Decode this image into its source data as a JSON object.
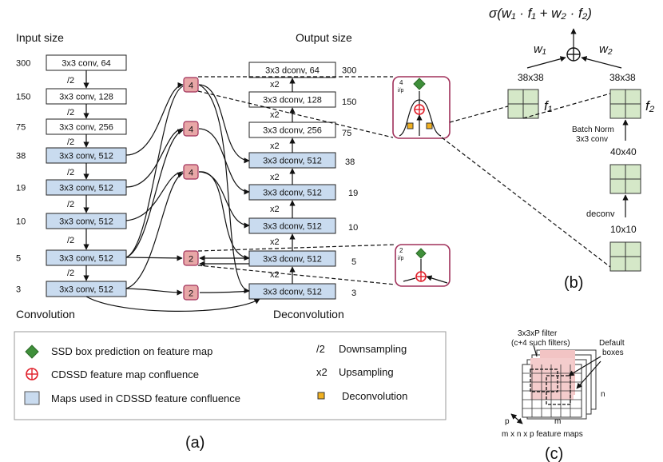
{
  "headings": {
    "input_size": "Input size",
    "output_size": "Output size",
    "convolution": "Convolution",
    "deconvolution": "Deconvolution"
  },
  "encoder": [
    {
      "size": "300",
      "label": "3x3 conv, 64"
    },
    {
      "size": "150",
      "label": "3x3 conv, 128"
    },
    {
      "size": "75",
      "label": "3x3 conv, 256"
    },
    {
      "size": "38",
      "label": "3x3 conv, 512"
    },
    {
      "size": "19",
      "label": "3x3 conv, 512"
    },
    {
      "size": "10",
      "label": "3x3 conv, 512"
    },
    {
      "size": "5",
      "label": "3x3 conv, 512"
    },
    {
      "size": "3",
      "label": "3x3 conv, 512"
    }
  ],
  "decoder": [
    {
      "size": "300",
      "label": "3x3 dconv, 64"
    },
    {
      "size": "150",
      "label": "3x3 dconv, 128"
    },
    {
      "size": "75",
      "label": "3x3 dconv, 256"
    },
    {
      "size": "38",
      "label": "3x3 dconv, 512"
    },
    {
      "size": "19",
      "label": "3x3 dconv, 512"
    },
    {
      "size": "10",
      "label": "3x3 dconv, 512"
    },
    {
      "size": "5",
      "label": "3x3 dconv, 512"
    },
    {
      "size": "3",
      "label": "3x3 dconv, 512"
    }
  ],
  "down_label": "/2",
  "up_label": "x2",
  "nodes": [
    "4",
    "4",
    "4",
    "2",
    "2"
  ],
  "inset_top": {
    "num": "4",
    "sub": "i/p"
  },
  "inset_bottom": {
    "num": "2",
    "sub": "i/p"
  },
  "legend": {
    "ssd": "SSD box prediction on feature map",
    "cdssd": "CDSSD feature map confluence",
    "maps": "Maps used in CDSSD feature confluence",
    "down_key": "/2",
    "down": "Downsampling",
    "up_key": "x2",
    "up": "Upsampling",
    "deconv": "Deconvolution"
  },
  "panel_b": {
    "formula": "σ(w₁ · f₁ + w₂ · f₂)",
    "w1": "w₁",
    "w2": "w₂",
    "size_left": "38x38",
    "size_right": "38x38",
    "f1": "f₁",
    "f2": "f₂",
    "bn1": "Batch Norm",
    "bn2": "3x3 conv",
    "size_mid": "40x40",
    "deconv": "deconv",
    "size_bottom": "10x10"
  },
  "panel_c": {
    "filter1": "3x3xP filter",
    "filter2": "(c+4 such filters)",
    "default1": "Default",
    "default2": "boxes",
    "n": "n",
    "p": "p",
    "m": "m",
    "caption": "m x n x p  feature maps"
  },
  "captions": {
    "a": "(a)",
    "b": "(b)",
    "c": "(c)"
  },
  "colors": {
    "pink": "#e8a7a7",
    "blue": "#c9dbef",
    "green": "#d5e8c8",
    "plus": "#e0202a",
    "diamond": "#3f8f3a",
    "deconv_square": "#f0b020",
    "inset_border": "#a0305a"
  }
}
